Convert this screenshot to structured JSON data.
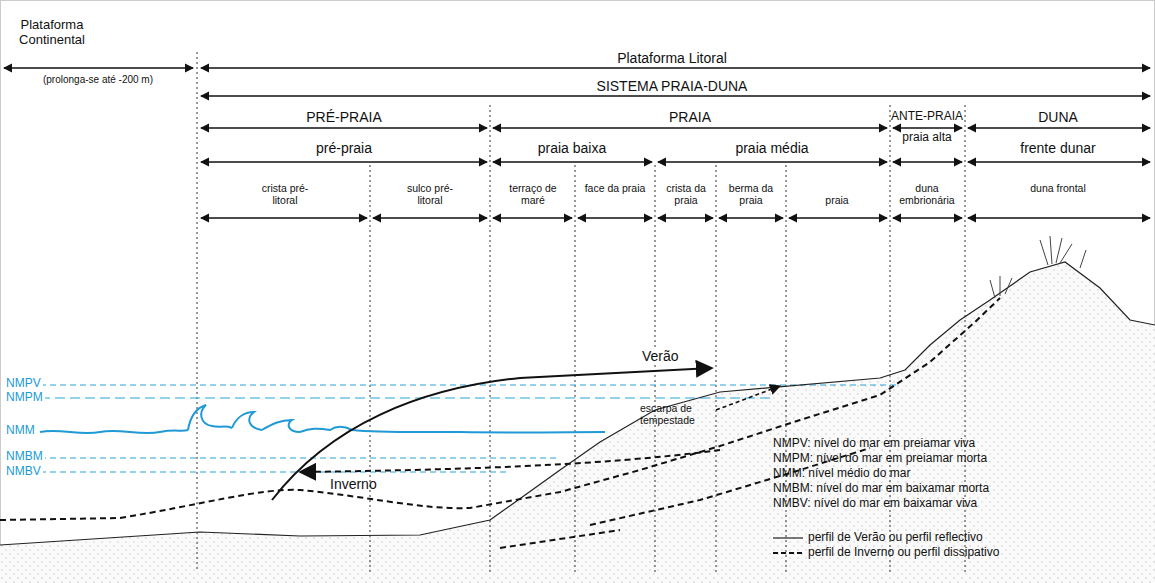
{
  "diagram": {
    "labels": [
      "Plataforma Continental",
      "(prolonga-se até -200 m)",
      "Plataforma Litoral",
      "SISTEMA PRAIA-DUNA",
      "PRÉ-PRAIA",
      "PRAIA",
      "ANTE-PRAIA",
      "DUNA",
      "pré-praia",
      "praia baixa",
      "praia média",
      "praia alta",
      "frente dunar",
      "crista pré-litoral",
      "sulco pré-litoral",
      "terraço de maré",
      "face da praia",
      "crista da praia",
      "berma da praia",
      "praia",
      "duna embrionária",
      "duna frontal",
      "Verão",
      "Inverno",
      "escarpa de tempestade",
      "NMPV",
      "NMPM",
      "NMM",
      "NMBM",
      "NMBV",
      "NMPV: nível do mar em preiamar viva",
      "NMPM: nível do mar em preiamar morta",
      "NMM: nível médio do mar",
      "NMBM: nível do mar em baixamar morta",
      "NMBV: nível do mar em baixamar viva"
    ],
    "legend": [
      {
        "text": "perfil de Verão ou perfil reflectivo"
      },
      {
        "text": "perfil de Inverno ou perfil dissipativo"
      }
    ]
  }
}
